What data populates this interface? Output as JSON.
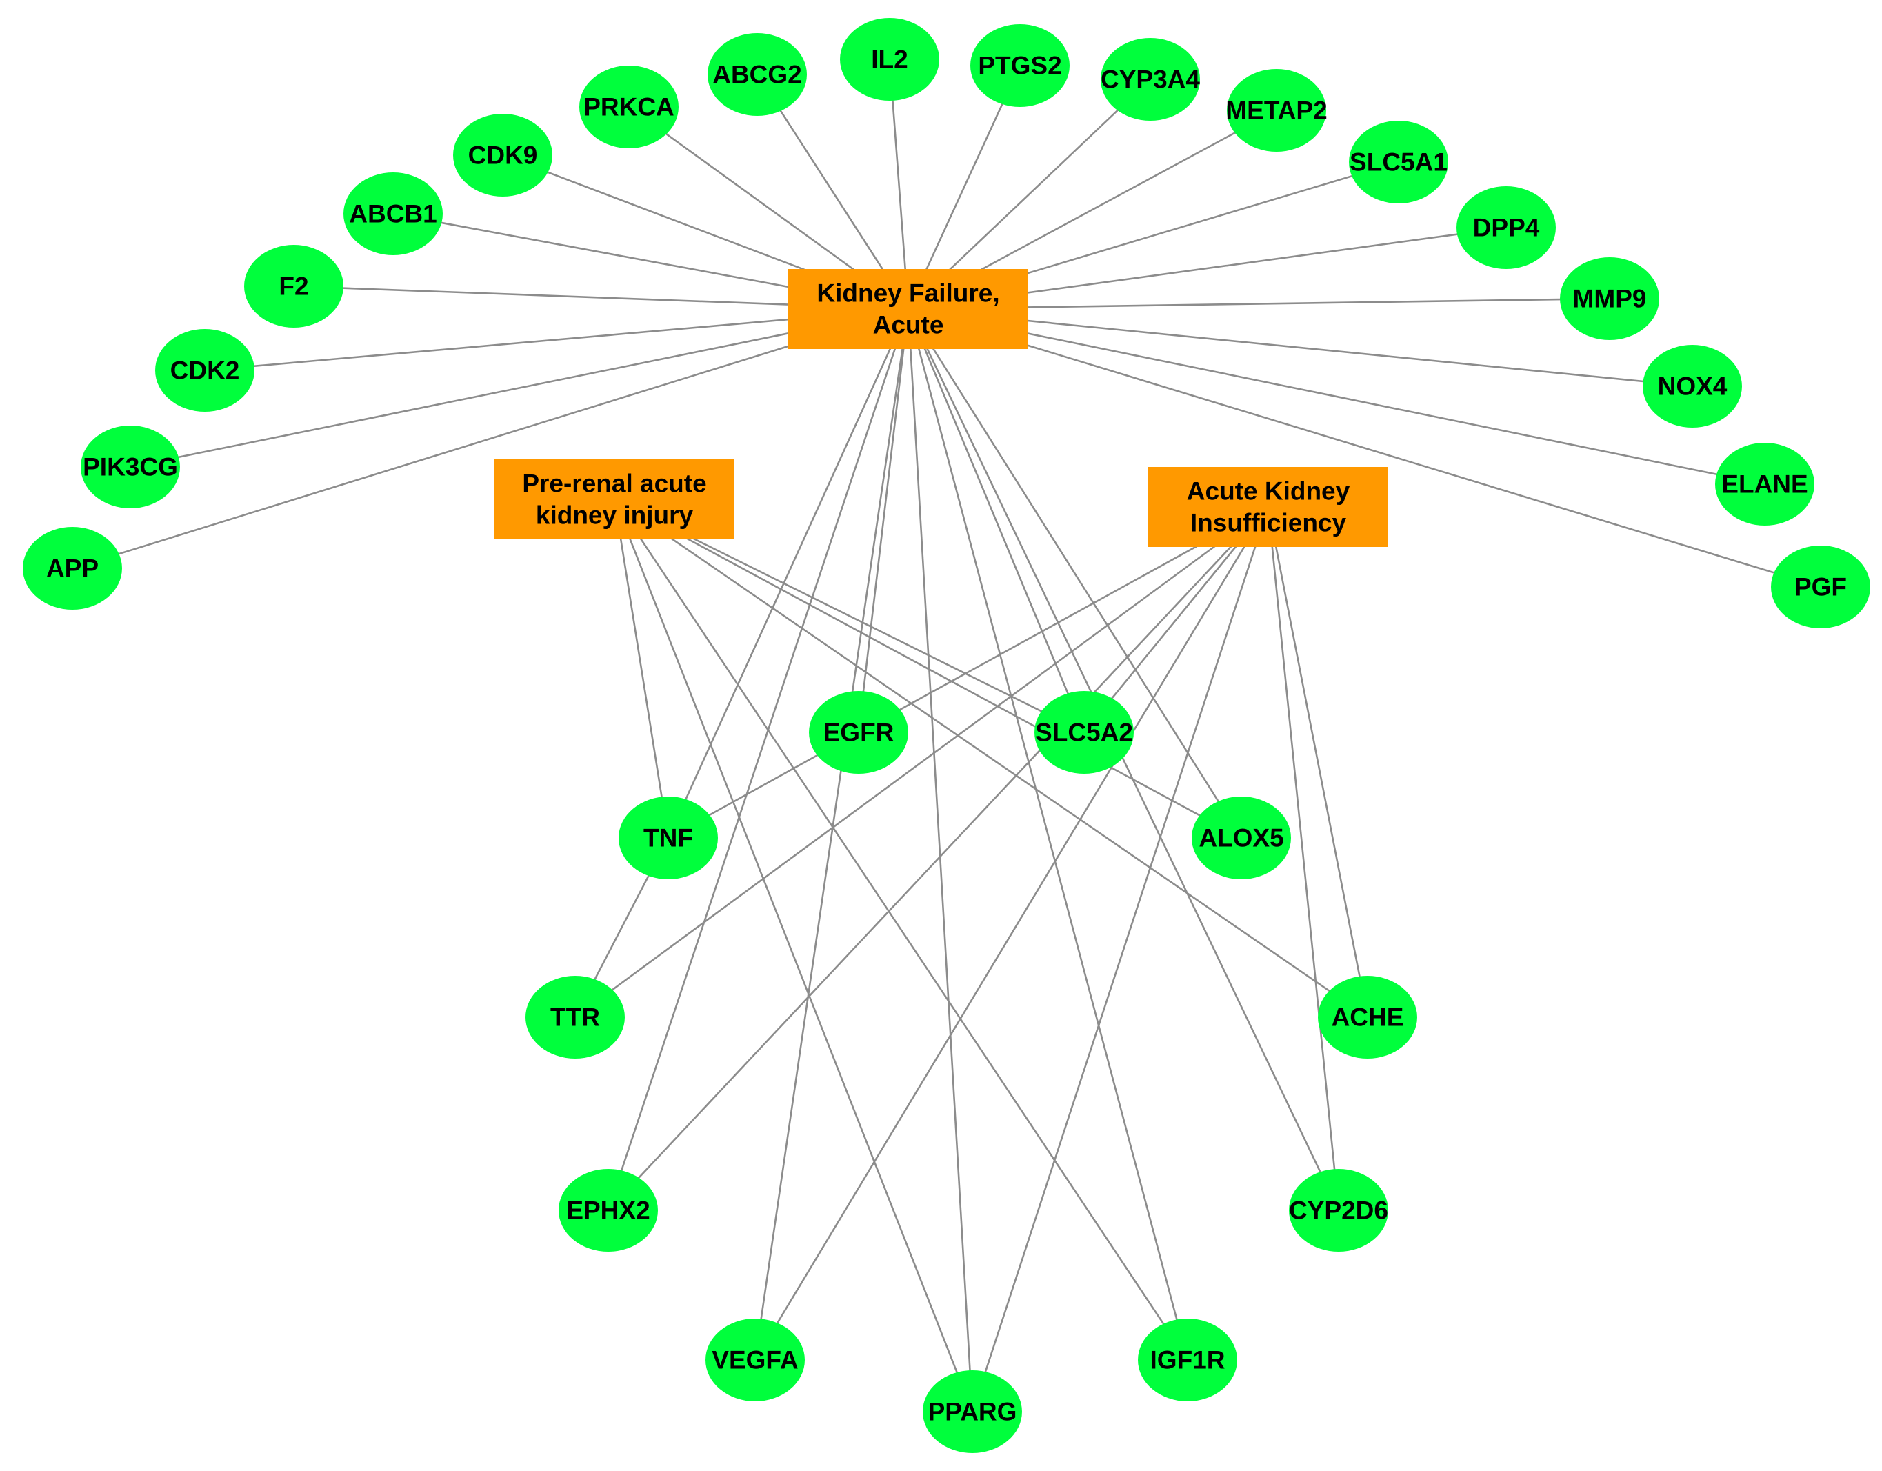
{
  "colors": {
    "gene_fill": "#00ff3c",
    "disease_fill": "#ff9900",
    "edge": "#8c8c8c",
    "text": "#000000"
  },
  "diseases": [
    {
      "id": "kfa",
      "lines": [
        "Kidney Failure,",
        "Acute"
      ]
    },
    {
      "id": "pre",
      "lines": [
        "Pre-renal acute",
        "kidney injury"
      ]
    },
    {
      "id": "aki",
      "lines": [
        "Acute Kidney",
        "Insufficiency"
      ]
    }
  ],
  "genes": [
    {
      "id": "APP",
      "label": "APP"
    },
    {
      "id": "PIK3CG",
      "label": "PIK3CG"
    },
    {
      "id": "CDK2",
      "label": "CDK2"
    },
    {
      "id": "F2",
      "label": "F2"
    },
    {
      "id": "ABCB1",
      "label": "ABCB1"
    },
    {
      "id": "CDK9",
      "label": "CDK9"
    },
    {
      "id": "PRKCA",
      "label": "PRKCA"
    },
    {
      "id": "ABCG2",
      "label": "ABCG2"
    },
    {
      "id": "IL2",
      "label": "IL2"
    },
    {
      "id": "PTGS2",
      "label": "PTGS2"
    },
    {
      "id": "CYP3A4",
      "label": "CYP3A4"
    },
    {
      "id": "METAP2",
      "label": "METAP2"
    },
    {
      "id": "SLC5A1",
      "label": "SLC5A1"
    },
    {
      "id": "DPP4",
      "label": "DPP4"
    },
    {
      "id": "MMP9",
      "label": "MMP9"
    },
    {
      "id": "NOX4",
      "label": "NOX4"
    },
    {
      "id": "ELANE",
      "label": "ELANE"
    },
    {
      "id": "PGF",
      "label": "PGF"
    },
    {
      "id": "EGFR",
      "label": "EGFR"
    },
    {
      "id": "SLC5A2",
      "label": "SLC5A2"
    },
    {
      "id": "TNF",
      "label": "TNF"
    },
    {
      "id": "ALOX5",
      "label": "ALOX5"
    },
    {
      "id": "TTR",
      "label": "TTR"
    },
    {
      "id": "ACHE",
      "label": "ACHE"
    },
    {
      "id": "EPHX2",
      "label": "EPHX2"
    },
    {
      "id": "CYP2D6",
      "label": "CYP2D6"
    },
    {
      "id": "VEGFA",
      "label": "VEGFA"
    },
    {
      "id": "IGF1R",
      "label": "IGF1R"
    },
    {
      "id": "PPARG",
      "label": "PPARG"
    }
  ],
  "edges": [
    [
      "kfa",
      "APP"
    ],
    [
      "kfa",
      "PIK3CG"
    ],
    [
      "kfa",
      "CDK2"
    ],
    [
      "kfa",
      "F2"
    ],
    [
      "kfa",
      "ABCB1"
    ],
    [
      "kfa",
      "CDK9"
    ],
    [
      "kfa",
      "PRKCA"
    ],
    [
      "kfa",
      "ABCG2"
    ],
    [
      "kfa",
      "IL2"
    ],
    [
      "kfa",
      "PTGS2"
    ],
    [
      "kfa",
      "CYP3A4"
    ],
    [
      "kfa",
      "METAP2"
    ],
    [
      "kfa",
      "SLC5A1"
    ],
    [
      "kfa",
      "DPP4"
    ],
    [
      "kfa",
      "MMP9"
    ],
    [
      "kfa",
      "NOX4"
    ],
    [
      "kfa",
      "ELANE"
    ],
    [
      "kfa",
      "PGF"
    ],
    [
      "kfa",
      "TNF"
    ],
    [
      "kfa",
      "EGFR"
    ],
    [
      "kfa",
      "SLC5A2"
    ],
    [
      "kfa",
      "ALOX5"
    ],
    [
      "kfa",
      "EPHX2"
    ],
    [
      "kfa",
      "VEGFA"
    ],
    [
      "kfa",
      "PPARG"
    ],
    [
      "kfa",
      "IGF1R"
    ],
    [
      "kfa",
      "CYP2D6"
    ],
    [
      "pre",
      "SLC5A2"
    ],
    [
      "pre",
      "ALOX5"
    ],
    [
      "pre",
      "ACHE"
    ],
    [
      "pre",
      "TNF"
    ],
    [
      "pre",
      "PPARG"
    ],
    [
      "pre",
      "IGF1R"
    ],
    [
      "aki",
      "EGFR"
    ],
    [
      "aki",
      "SLC5A2"
    ],
    [
      "aki",
      "TTR"
    ],
    [
      "aki",
      "EPHX2"
    ],
    [
      "aki",
      "VEGFA"
    ],
    [
      "aki",
      "PPARG"
    ],
    [
      "aki",
      "CYP2D6"
    ],
    [
      "aki",
      "ACHE"
    ],
    [
      "EGFR",
      "TNF"
    ],
    [
      "TNF",
      "TTR"
    ]
  ]
}
